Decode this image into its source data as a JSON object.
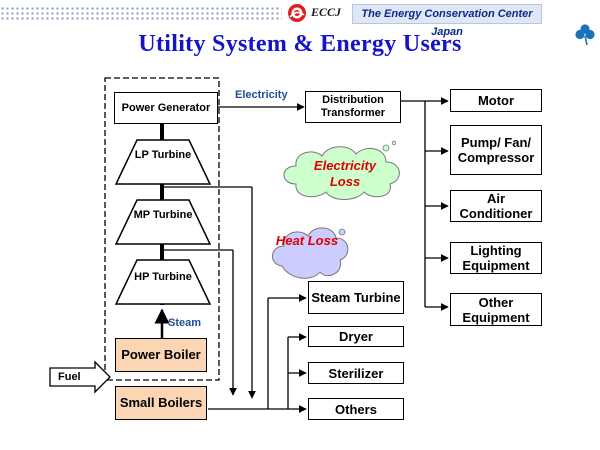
{
  "header": {
    "eccj": "ECCJ",
    "organization": "The Energy Conservation Center Japan"
  },
  "title": "Utility System & Energy Users",
  "plant": {
    "power_generator": "Power Generator",
    "lp_turbine": "LP Turbine",
    "mp_turbine": "MP Turbine",
    "hp_turbine": "HP Turbine",
    "power_boiler": "Power Boiler",
    "small_boilers": "Small Boilers"
  },
  "flows": {
    "electricity": "Electricity",
    "steam": "Steam",
    "fuel": "Fuel"
  },
  "distribution_transformer": "Distribution Transformer",
  "losses": {
    "electricity_loss": "Electricity Loss",
    "heat_loss": "Heat Loss"
  },
  "electricity_users": [
    "Motor",
    "Pump/ Fan/ Compressor",
    "Air Conditioner",
    "Lighting Equipment",
    "Other Equipment"
  ],
  "steam_users": [
    "Steam Turbine",
    "Dryer",
    "Sterilizer",
    "Others"
  ],
  "colors": {
    "title": "#1414c8",
    "boiler_fill": "#fcd5b4",
    "electricity_cloud": "#ccffcc",
    "heat_cloud": "#ccccff",
    "electricity_loss_text": "#e00000",
    "heat_loss_text": "#e00000",
    "edge_label": "#1f4e9a"
  }
}
